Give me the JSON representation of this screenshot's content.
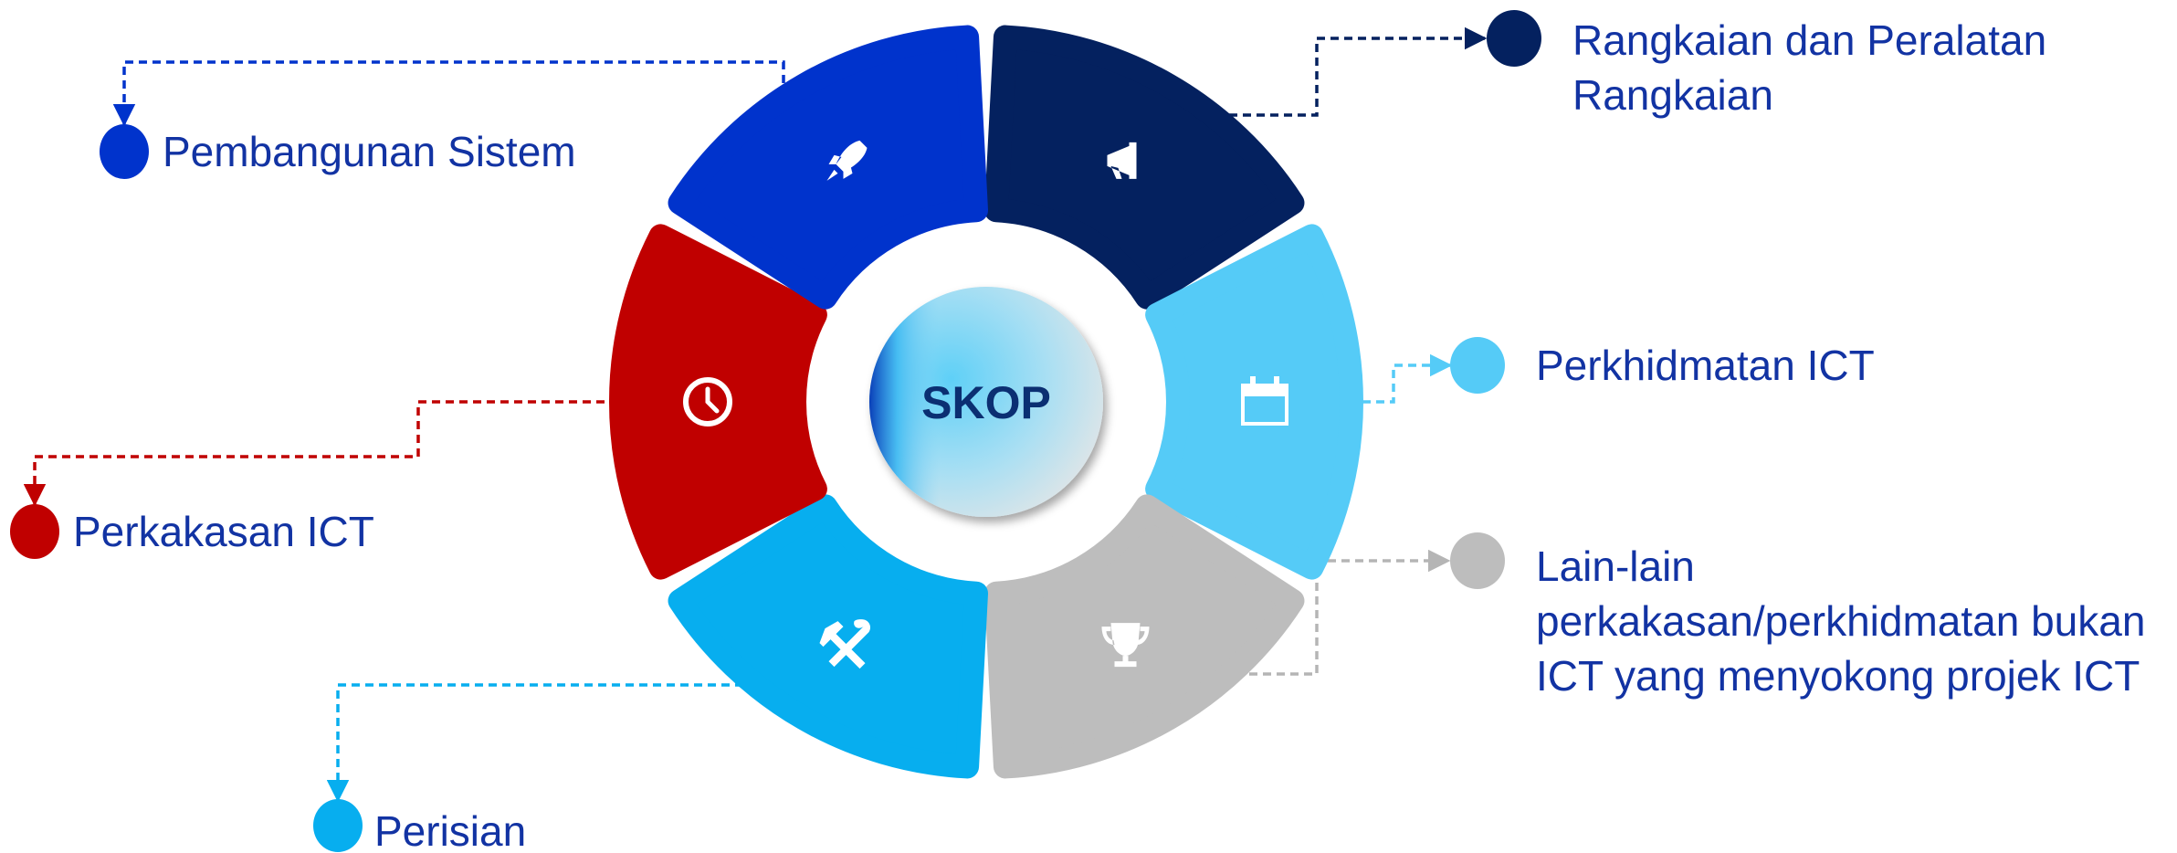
{
  "center": {
    "label": "SKOP",
    "text_color": "#0b2f72"
  },
  "text_color": "#1233a3",
  "segments": [
    {
      "id": "rangkaian",
      "icon": "megaphone-icon",
      "color": "#04215f",
      "label_lines": [
        "Rangkaian dan Peralatan",
        "Rangkaian"
      ]
    },
    {
      "id": "perkhidmatan",
      "icon": "calendar-icon",
      "color": "#55cbf7",
      "label_lines": [
        "Perkhidmatan ICT"
      ]
    },
    {
      "id": "lain-lain",
      "icon": "trophy-icon",
      "color": "#bdbdbd",
      "label_lines": [
        "Lain-lain",
        "perkakasan/perkhidmatan bukan",
        "ICT yang menyokong projek ICT"
      ]
    },
    {
      "id": "perisian",
      "icon": "tools-icon",
      "color": "#07aeef",
      "label_lines": [
        "Perisian"
      ]
    },
    {
      "id": "perkakasan",
      "icon": "clock-icon",
      "color": "#c00000",
      "label_lines": [
        "Perkakasan ICT"
      ]
    },
    {
      "id": "pembangunan",
      "icon": "rocket-icon",
      "color": "#0033cc",
      "label_lines": [
        "Pembangunan Sistem"
      ]
    }
  ]
}
